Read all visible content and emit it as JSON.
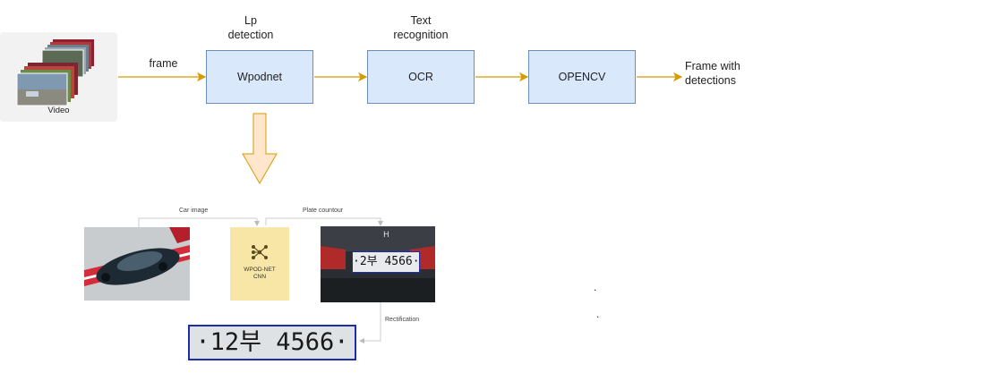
{
  "video": {
    "label": "Video"
  },
  "edges": {
    "frame": "frame",
    "output": "Frame with\ndetections"
  },
  "stages": [
    {
      "title": "Lp\ndetection",
      "box": "Wpodnet"
    },
    {
      "title": "Text\nrecognition",
      "box": "OCR"
    },
    {
      "title": "",
      "box": "OPENCV"
    }
  ],
  "pipeline": {
    "car_image": "Car image",
    "plate_contour": "Plate countour",
    "rectification": "Rectification",
    "cnn_label": "WPOD-NET\nCNN",
    "plate_text": "·12부 4566·",
    "plate_small": "·2부 4566·"
  },
  "dots": [
    ".",
    "."
  ],
  "colors": {
    "arrow": "#d79b00",
    "box_fill": "#dae8fc",
    "box_border": "#6c8ebf",
    "down_arrow_fill": "#ffe6cc",
    "plate_border": "#1c2ea8"
  }
}
